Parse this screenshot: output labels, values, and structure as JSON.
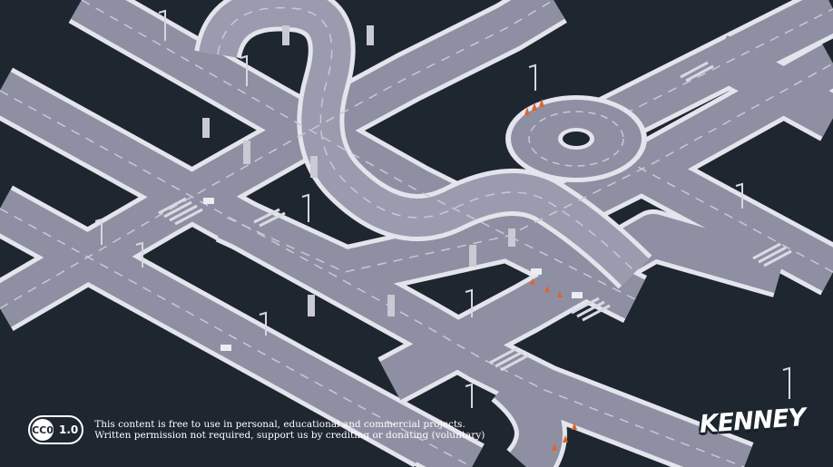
{
  "scene": {
    "background": "#1e2630",
    "road_color": "#8e8fa3",
    "road_edge_color": "#e4e4ec",
    "lane_marking_color": "#c8c9d6",
    "crosswalk_color": "#d9dae3",
    "pillar_color": "#c9cad3",
    "cone_color": "#e0632b"
  },
  "license": {
    "badge_label": "CC0",
    "version": "1.0",
    "line1": "This content is free to use in personal, educational and commercial projects.",
    "line2": "Written permission not required, support us by crediting or donating (voluntary)"
  },
  "brand": {
    "name": "KENNEY"
  }
}
